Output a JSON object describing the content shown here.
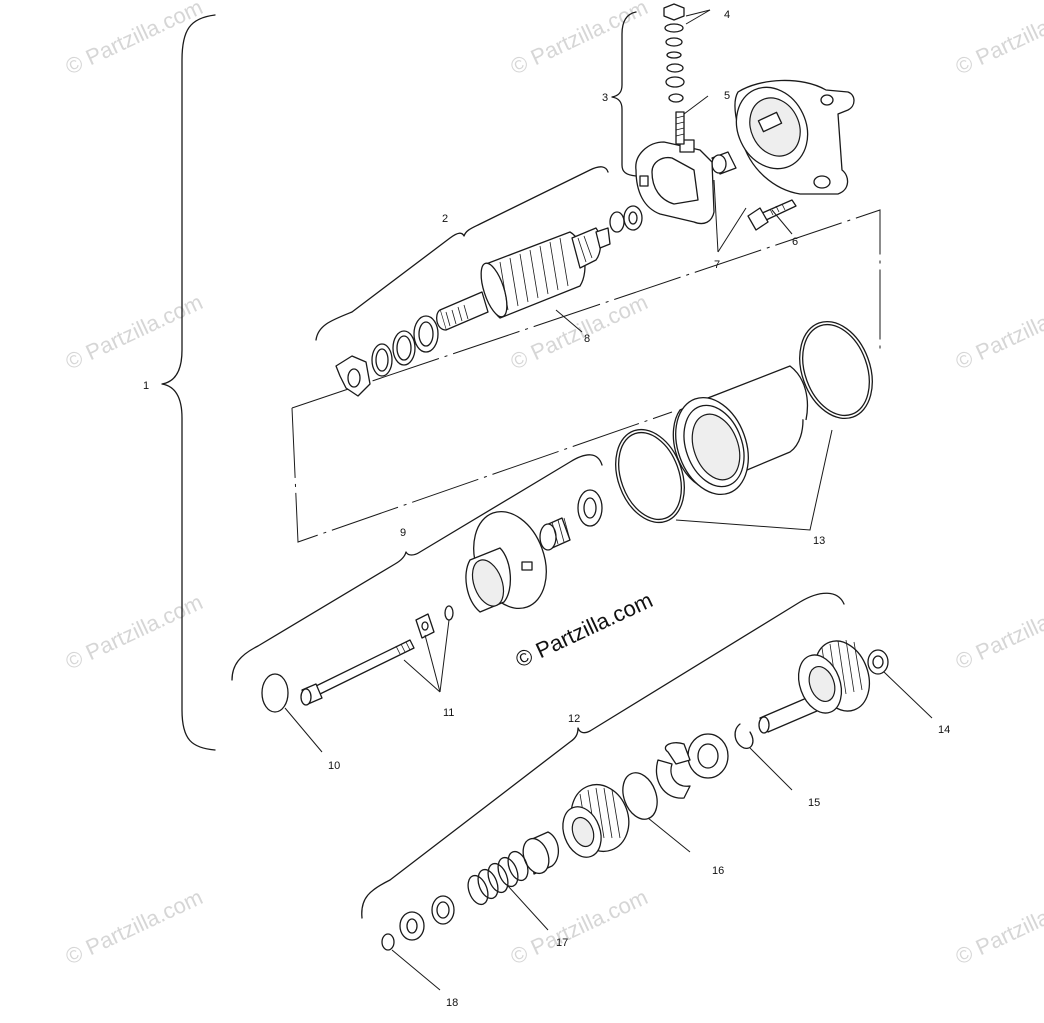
{
  "watermark": "© Partzilla.com",
  "center_watermark": "© Partzilla.com",
  "callouts": [
    "1",
    "2",
    "3",
    "4",
    "5",
    "6",
    "7",
    "8",
    "9",
    "10",
    "11",
    "12",
    "13",
    "14",
    "15",
    "16",
    "17",
    "18"
  ]
}
